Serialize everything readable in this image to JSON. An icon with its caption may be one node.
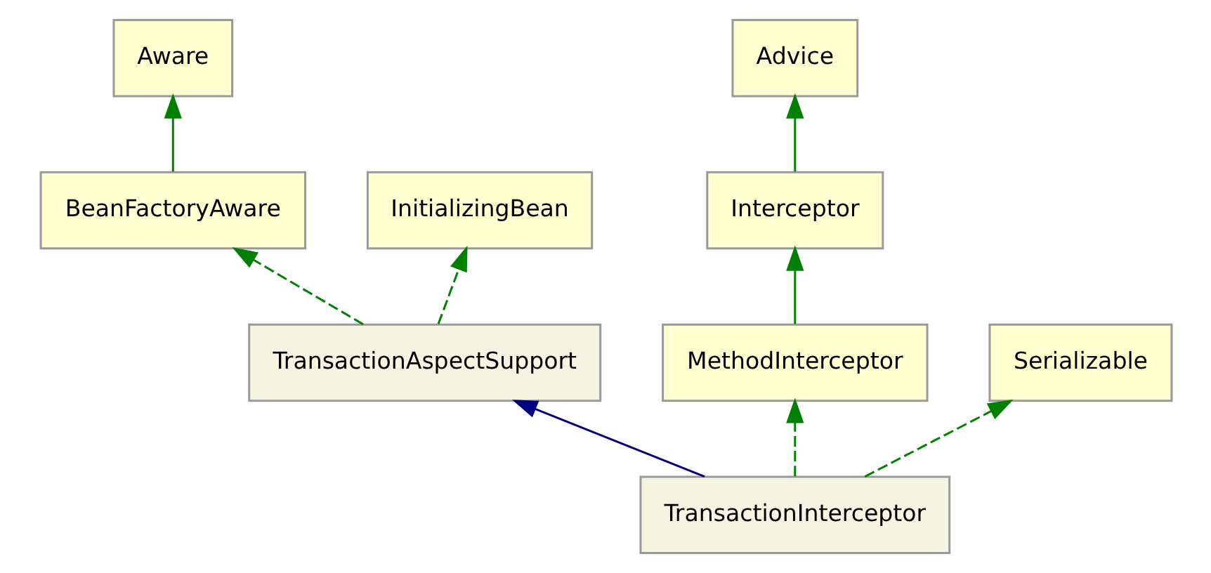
{
  "diagram": {
    "nodes": [
      {
        "text": [
          "Aware"
        ]
      },
      {
        "text": [
          "Advice"
        ]
      },
      {
        "text": [
          "BeanFactoryAware"
        ]
      },
      {
        "text": [
          "InitializingBean"
        ]
      },
      {
        "text": [
          "Interceptor"
        ]
      },
      {
        "text": [
          "TransactionAspectSupport"
        ]
      },
      {
        "text": [
          "MethodInterceptor"
        ]
      },
      {
        "text": [
          "Serializable"
        ]
      },
      {
        "text": [
          "TransactionInterceptor"
        ]
      }
    ],
    "edges": [
      {
        "from": 2,
        "to": 0,
        "arrow": "to"
      },
      {
        "from": 4,
        "to": 1,
        "arrow": "to"
      },
      {
        "from": 5,
        "to": 2,
        "arrow": "to",
        "style": "dashed"
      },
      {
        "from": 5,
        "to": 3,
        "arrow": "to",
        "style": "dashed"
      },
      {
        "from": 6,
        "to": 4,
        "arrow": "to"
      },
      {
        "from": 8,
        "to": 5,
        "arrow": "to",
        "color": "#000080"
      },
      {
        "from": 8,
        "to": 6,
        "arrow": "to",
        "style": "dashed"
      },
      {
        "from": 8,
        "to": 7,
        "arrow": "to",
        "style": "dashed"
      }
    ]
  }
}
